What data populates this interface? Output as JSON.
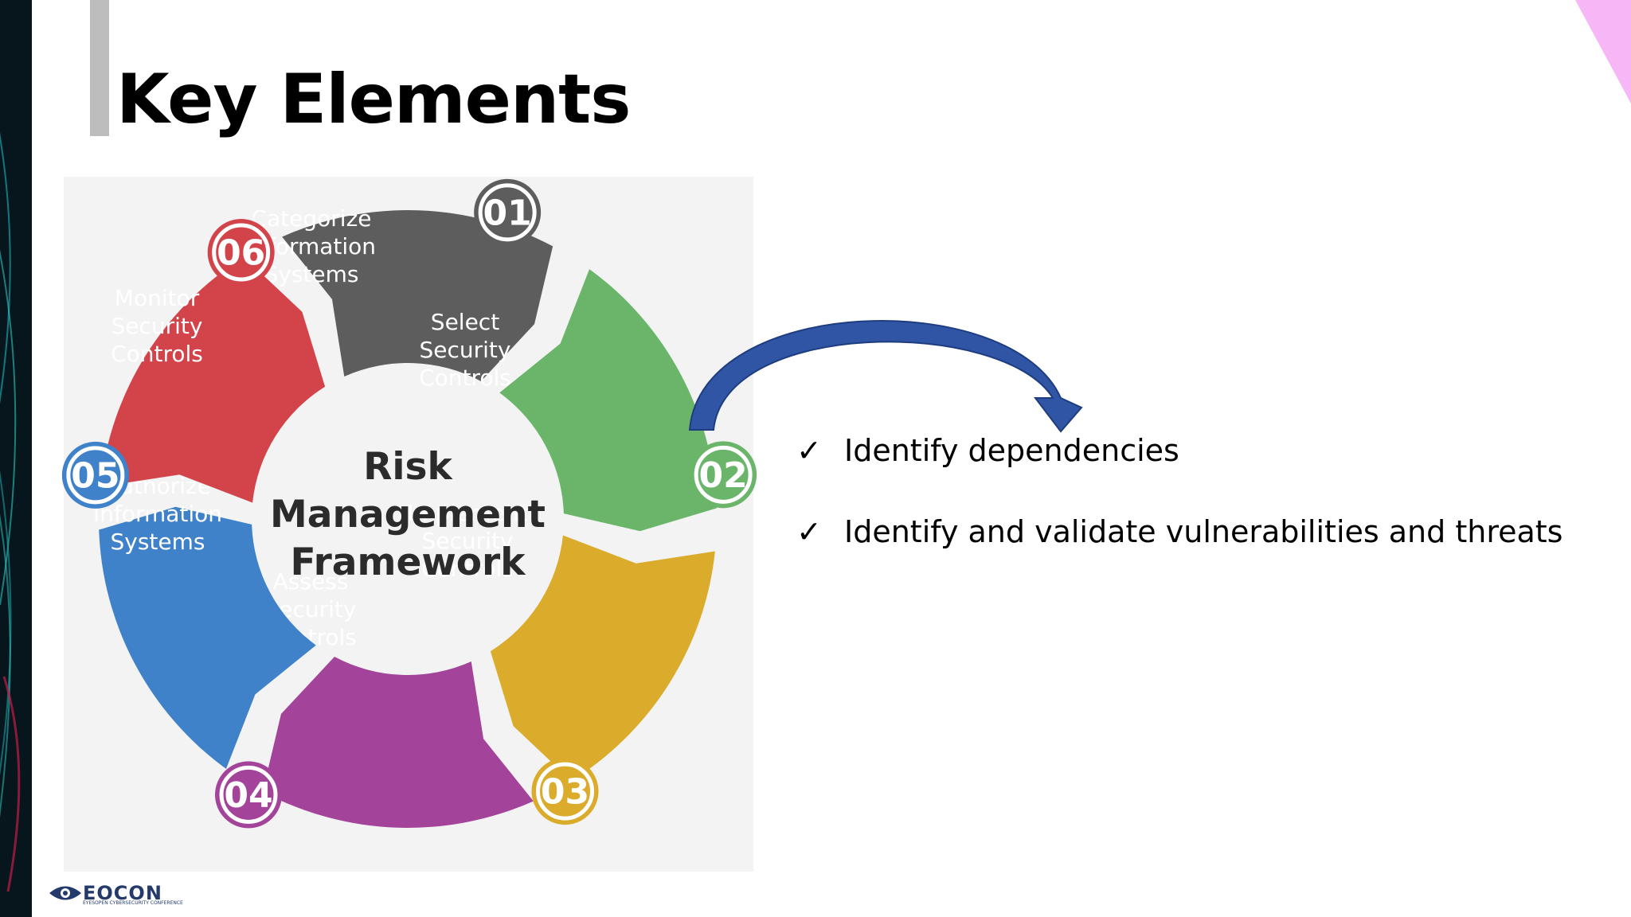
{
  "slide": {
    "title": "Key Elements",
    "colors": {
      "title_bar": "#bdbdbd",
      "corner_accent": "#f7b6f5",
      "arrow": "#2f55a4"
    }
  },
  "diagram": {
    "center": [
      "Risk",
      "Management",
      "Framework"
    ],
    "steps": [
      {
        "num": "01",
        "lines": [
          "Categorize",
          "Information",
          "Systems"
        ],
        "color": "#5d5d5d"
      },
      {
        "num": "02",
        "lines": [
          "Select",
          "Security",
          "Controls"
        ],
        "color": "#6bb56b"
      },
      {
        "num": "03",
        "lines": [
          "Implement",
          "Security",
          "Controls"
        ],
        "color": "#dbab2c"
      },
      {
        "num": "04",
        "lines": [
          "Assess",
          "Security",
          "Controls"
        ],
        "color": "#a4439a"
      },
      {
        "num": "05",
        "lines": [
          "Authorize",
          "Information",
          "Systems"
        ],
        "color": "#3f82c9"
      },
      {
        "num": "06",
        "lines": [
          "Monitor",
          "Security",
          "Controls"
        ],
        "color": "#d2434a"
      }
    ]
  },
  "bullets": [
    {
      "mark": "✓",
      "text": "Identify dependencies"
    },
    {
      "mark": "✓",
      "text": "Identify and validate vulnerabilities and threats"
    }
  ],
  "logo": {
    "name": "EOCON",
    "tagline": "EYESOPEN CYBERSECURITY CONFERENCE"
  }
}
